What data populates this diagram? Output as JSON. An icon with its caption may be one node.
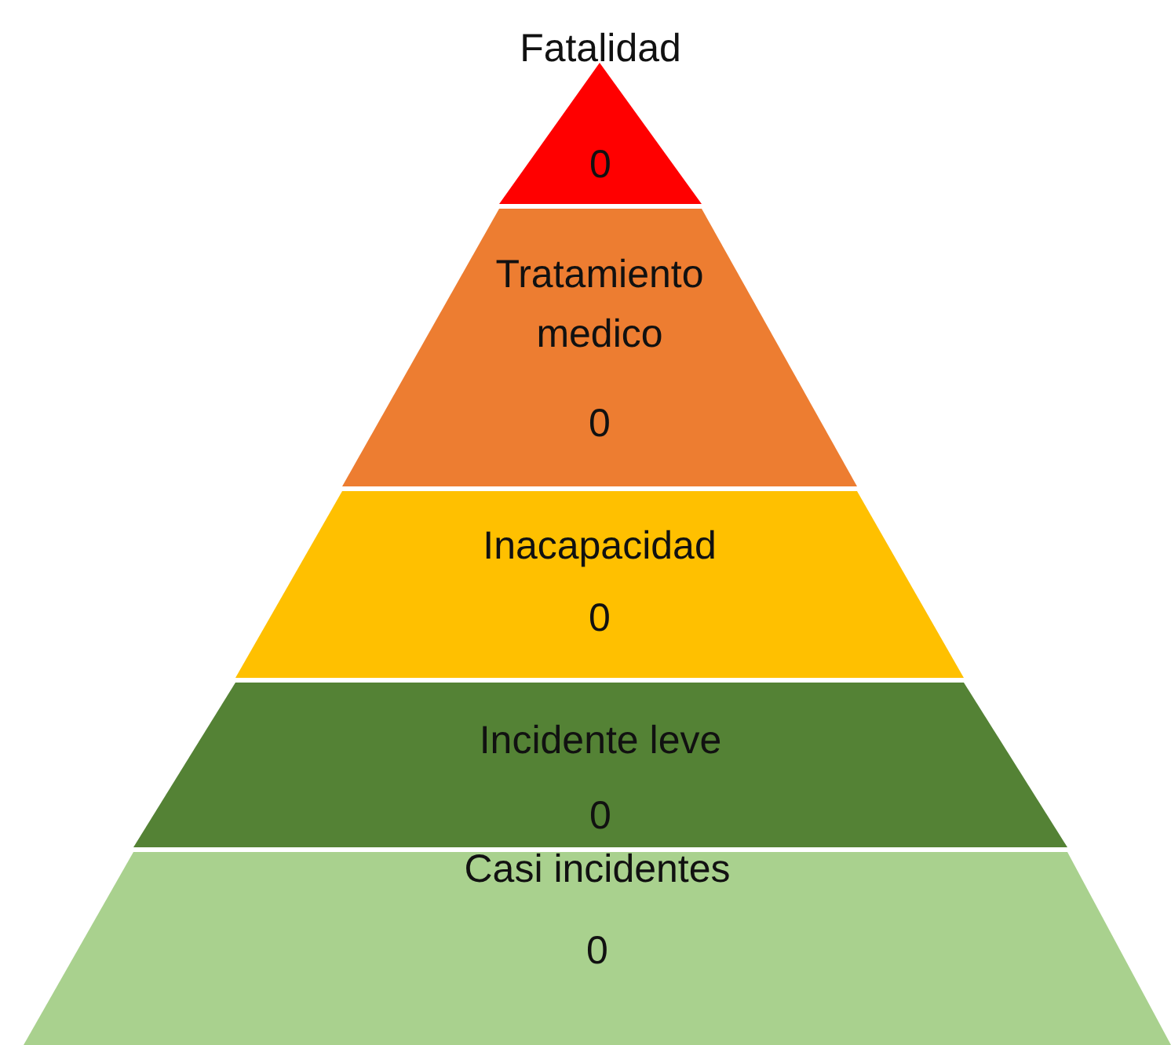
{
  "diagram": {
    "nodes": [
      {
        "text": [
          "Fatalidad",
          "0"
        ]
      },
      {
        "text": [
          "Tratamiento medico",
          "0"
        ]
      },
      {
        "text": [
          "Inacapacidad",
          "0"
        ]
      },
      {
        "text": [
          "Incidente leve",
          "0"
        ]
      },
      {
        "text": [
          "Casi incidentes",
          "0"
        ]
      }
    ]
  }
}
